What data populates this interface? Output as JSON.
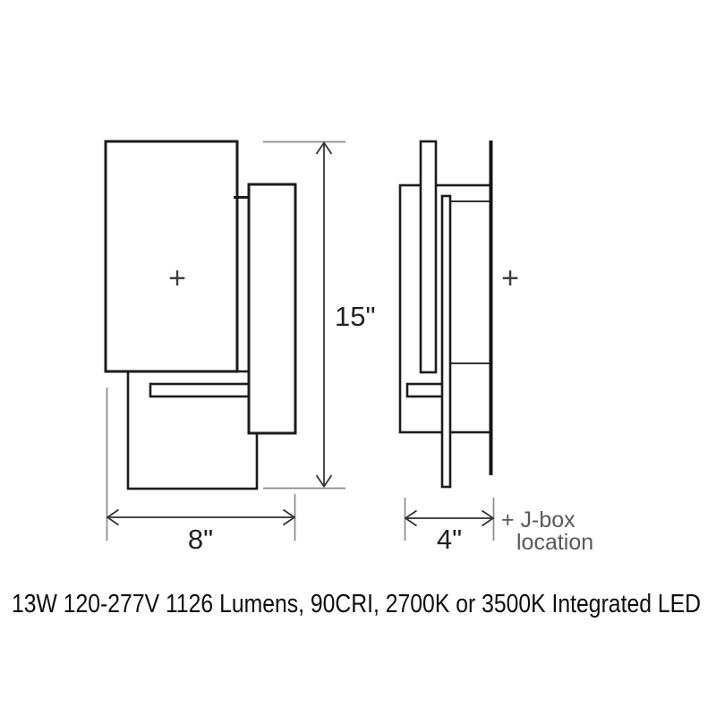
{
  "product_drawing": {
    "views": {
      "front": {
        "marker": "+"
      },
      "side": {
        "marker": "+"
      }
    },
    "dimensions": {
      "height_label": "15\"",
      "width_label": "8\"",
      "depth_label": "4\""
    },
    "annotations": {
      "jbox_line1": "+ J-box",
      "jbox_line2": "location"
    },
    "spec_text": "13W 120-277V 1126 Lumens, 90CRI, 2700K or 3500K Integrated LED"
  },
  "colors": {
    "background": "#ffffff",
    "drawing_line": "#1c1c1c",
    "wall_line": "#141414",
    "extension_line": "#8a8a8a",
    "dimension_line": "#2e2e2e",
    "dimension_text": "#231f20",
    "jbox_text": "#58595b",
    "marker": "#3f3f3f",
    "spec_text": "#0e0e0e"
  }
}
